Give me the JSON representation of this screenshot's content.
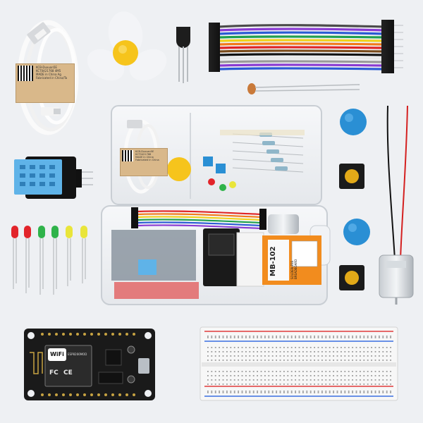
{
  "usb_cable_large": {
    "label_lines": [
      "KCB-Duxuan5E",
      "KCT0421768 4M5",
      "MADE in China Ag",
      "Fabricated in China/Ta"
    ]
  },
  "usb_cable_small": {
    "label_lines": [
      "KCB-Duxuan5E",
      "KCT0421768",
      "MADE in China",
      "Fabricated in China"
    ]
  },
  "relay_module": {
    "label": "MB-102",
    "sublabel": "SOLDERLESS BREADBOARD"
  },
  "esp_board": {
    "wifi_label": "WiFi",
    "module_label": "ESP8266MOD",
    "cert_marks": [
      "FC",
      "CE"
    ]
  },
  "colors": {
    "background": "#eef0f3",
    "board_black": "#1a1a1a",
    "sensor_blue": "#5fb3e8",
    "button_blue": "#2a8fd4",
    "fan_yellow": "#f6c41c"
  }
}
